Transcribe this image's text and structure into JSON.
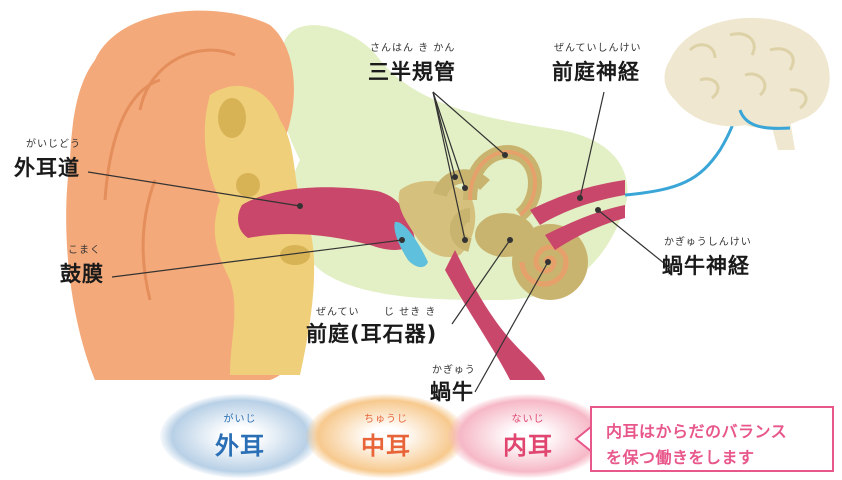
{
  "labels": {
    "gaijido": {
      "ruby": "がいじどう",
      "text": "外耳道"
    },
    "komaku": {
      "ruby": "こまく",
      "text": "鼓膜"
    },
    "sanhankikan": {
      "ruby": "さんはん き かん",
      "text": "三半規管"
    },
    "zenteishinkei": {
      "ruby": "ぜんていしんけい",
      "text": "前庭神経"
    },
    "kagyushinkei": {
      "ruby": "かぎゅうしんけい",
      "text": "蝸牛神経"
    },
    "zentei": {
      "ruby_a": "ぜんてい",
      "ruby_b": "じ せき き",
      "text": "前庭(耳石器)"
    },
    "kagyu": {
      "ruby": "かぎゅう",
      "text": "蝸牛"
    }
  },
  "zones": {
    "outer": {
      "ruby": "がいじ",
      "text": "外耳",
      "color": "#2a6fb5"
    },
    "middle": {
      "ruby": "ちゅうじ",
      "text": "中耳",
      "color": "#e8653a"
    },
    "inner": {
      "ruby": "ないじ",
      "text": "内耳",
      "color": "#e0466f"
    }
  },
  "callout": {
    "line1": "内耳はからだのバランス",
    "line2": "を保つ働きをします",
    "color": "#e8578a"
  },
  "colors": {
    "ear_skin": "#f4a97a",
    "ear_inner": "#f0cf7a",
    "canal": "#c9476a",
    "bone": "#c9b46f",
    "eardrum": "#5ec0dc",
    "nerve": "#3aa6d8",
    "brain": "#efe7cf",
    "inner_bg": "#e3efc4"
  }
}
